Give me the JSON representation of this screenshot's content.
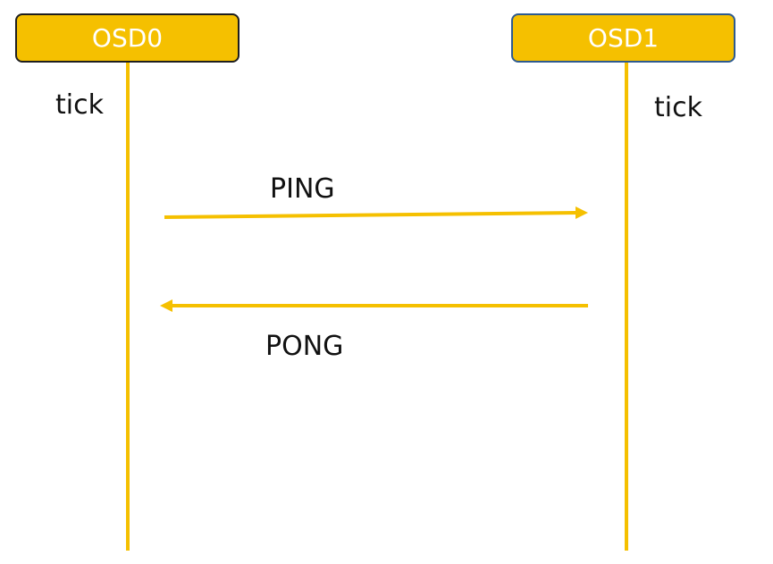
{
  "nodes": {
    "osd0": {
      "label": "OSD0",
      "tick": "tick"
    },
    "osd1": {
      "label": "OSD1",
      "tick": "tick"
    }
  },
  "messages": {
    "ping": {
      "label": "PING",
      "from": "OSD0",
      "to": "OSD1"
    },
    "pong": {
      "label": "PONG",
      "from": "OSD1",
      "to": "OSD0"
    }
  },
  "colors": {
    "box_fill": "#F5C000",
    "lifeline": "#F5C000",
    "arrow": "#F5C000",
    "box_text": "#ffffff",
    "label_text": "#111111"
  }
}
